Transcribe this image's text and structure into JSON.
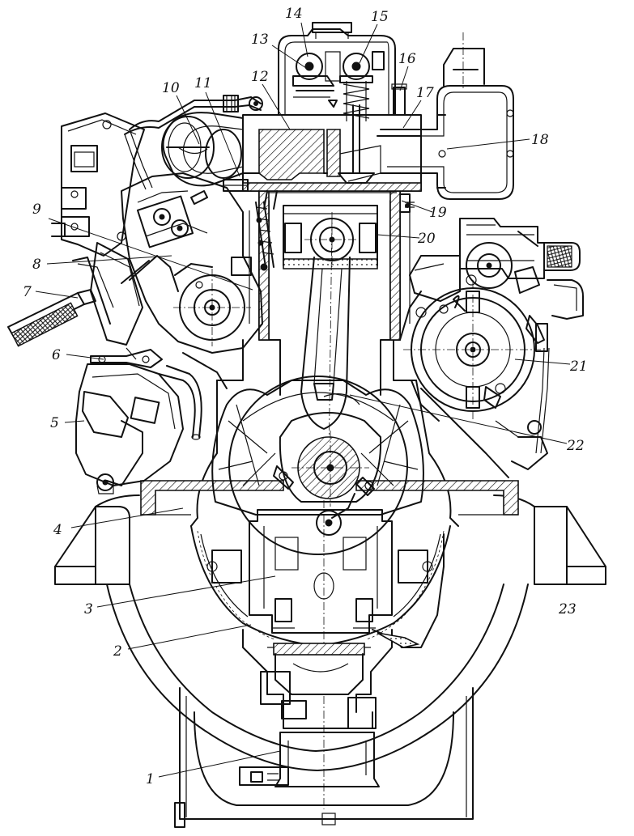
{
  "callouts": [
    {
      "id": "1",
      "text": "1"
    },
    {
      "id": "2",
      "text": "2"
    },
    {
      "id": "3",
      "text": "3"
    },
    {
      "id": "4",
      "text": "4"
    },
    {
      "id": "5",
      "text": "5"
    },
    {
      "id": "6",
      "text": "6"
    },
    {
      "id": "7",
      "text": "7"
    },
    {
      "id": "8",
      "text": "8"
    },
    {
      "id": "9",
      "text": "9"
    },
    {
      "id": "10",
      "text": "10"
    },
    {
      "id": "11",
      "text": "11"
    },
    {
      "id": "12",
      "text": "12"
    },
    {
      "id": "13",
      "text": "13"
    },
    {
      "id": "14",
      "text": "14"
    },
    {
      "id": "15",
      "text": "15"
    },
    {
      "id": "16",
      "text": "16"
    },
    {
      "id": "17",
      "text": "17"
    },
    {
      "id": "18",
      "text": "18"
    },
    {
      "id": "19",
      "text": "19"
    },
    {
      "id": "20",
      "text": "20"
    },
    {
      "id": "21",
      "text": "21"
    },
    {
      "id": "22",
      "text": "22"
    },
    {
      "id": "23",
      "text": "23"
    }
  ],
  "style": {
    "ink": "#111111",
    "paper": "#ffffff"
  }
}
